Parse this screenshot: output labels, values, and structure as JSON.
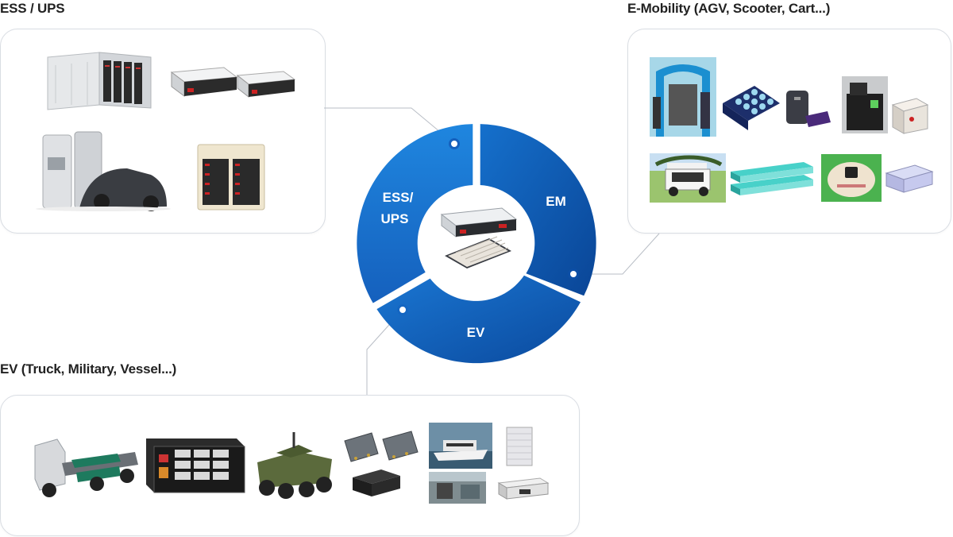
{
  "sections": {
    "ess": {
      "title": "ESS / UPS"
    },
    "emobility": {
      "title": "E-Mobility (AGV, Scooter, Cart...)"
    },
    "ev": {
      "title": "EV (Truck, Military, Vessel...)"
    }
  },
  "ring": {
    "labels": {
      "ess_line1": "ESS/",
      "ess_line2": "UPS",
      "em": "EM",
      "ev": "EV"
    },
    "colors": {
      "light": "#1a7ad6",
      "dark": "#0a4aa0",
      "connector": "#b9bec6"
    }
  },
  "images": {
    "ess": [
      "container-ess-icon",
      "rack-battery-module-icon",
      "rack-battery-module-icon",
      "charging-station-car-icon",
      "ups-cabinet-icon"
    ],
    "emobility": [
      "battery-swap-station-icon",
      "cell-pack-icon",
      "scooter-battery-icon",
      "agv-robot-icon",
      "battery-box-icon",
      "golf-cart-icon",
      "battery-bar-pack-icon",
      "service-robot-icon",
      "battery-block-icon"
    ],
    "ev": [
      "truck-chassis-icon",
      "battery-rack-cabinet-icon",
      "armored-vehicle-icon",
      "battery-module-icon",
      "ferry-vessel-icon",
      "cell-sheet-icon",
      "vessel-interior-icon",
      "rack-battery-icon"
    ]
  }
}
